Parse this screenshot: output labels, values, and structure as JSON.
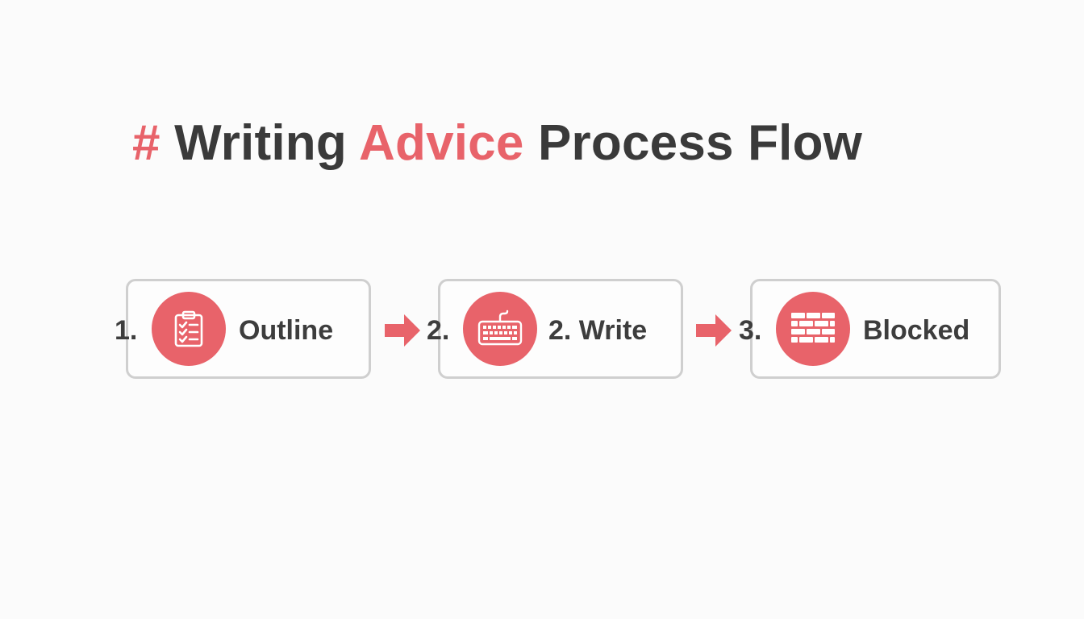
{
  "title": {
    "hash": "#",
    "part1": "Writing",
    "accent_word": "Advice",
    "part2": "Process Flow"
  },
  "colors": {
    "accent": "#e8636a",
    "text": "#3a3a3a",
    "box_border": "#cfcfcf",
    "background": "#fbfbfb"
  },
  "steps": [
    {
      "number": "1.",
      "icon": "clipboard-checklist-icon",
      "label": "Outline"
    },
    {
      "number": "2.",
      "icon": "keyboard-icon",
      "label": "2. Write"
    },
    {
      "number": "3.",
      "icon": "brick-wall-icon",
      "label": "Blocked"
    }
  ],
  "connectors": [
    "arrow-right-icon",
    "arrow-right-icon"
  ]
}
